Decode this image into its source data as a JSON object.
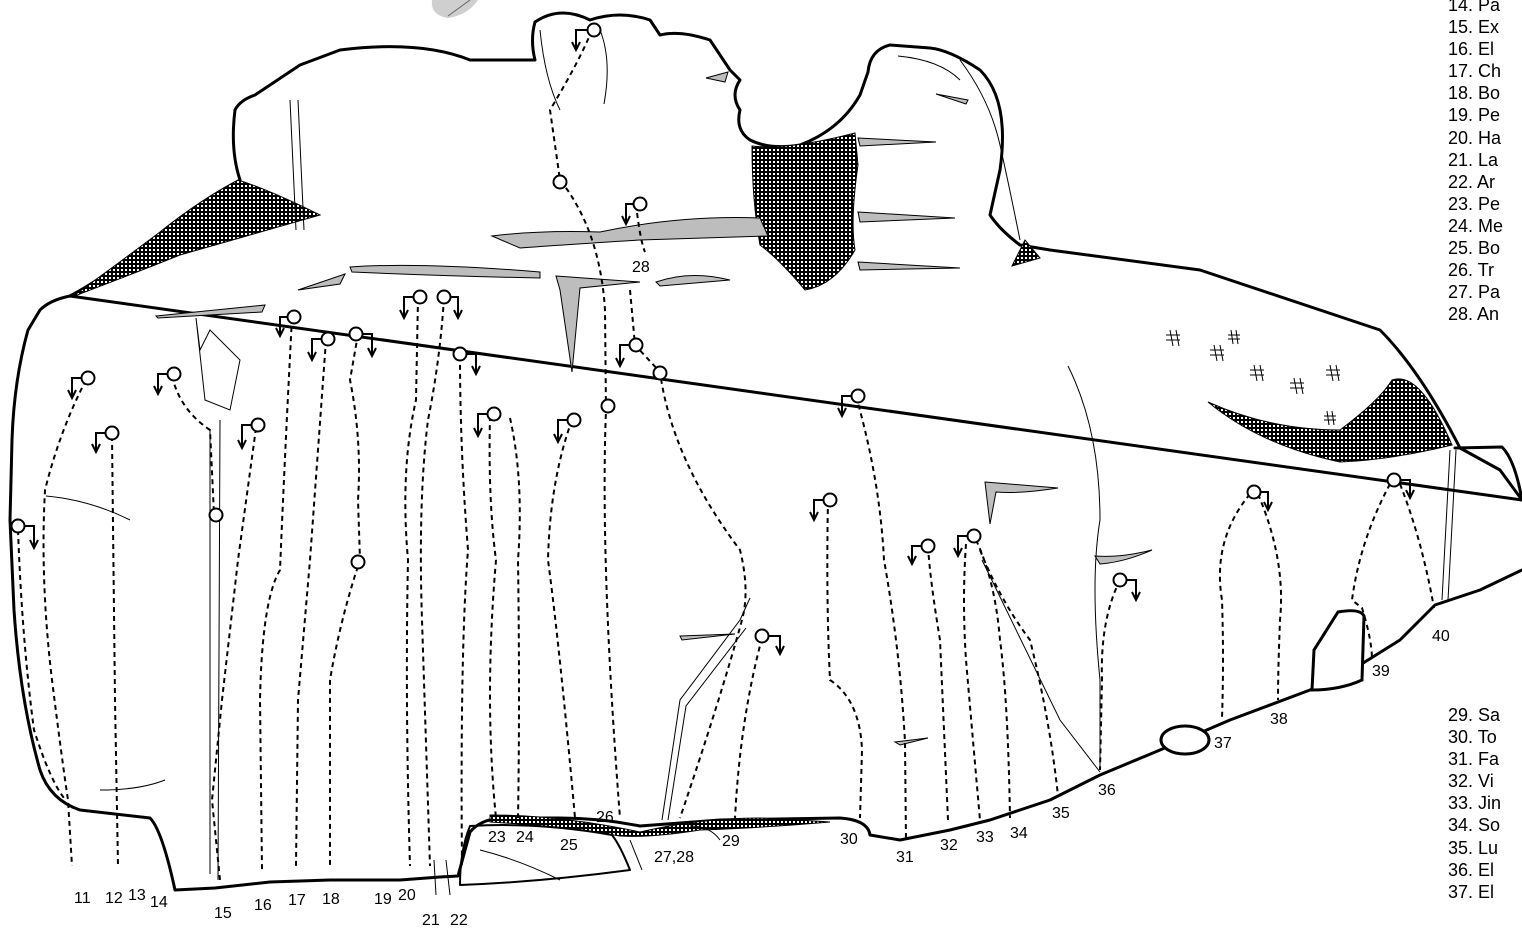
{
  "legend_top": [
    "14. Pa",
    "15. Ex",
    "16. El",
    "17. Ch",
    "18. Bo",
    "19. Pe",
    "20. Ha",
    "21. La",
    "22. Ar",
    "23. Pe",
    "24. Me",
    "25. Bo",
    "26. Tr",
    "27. Pa",
    "28. An"
  ],
  "legend_bottom": [
    "29. Sa",
    "30. To",
    "31. Fa",
    "32. Vi",
    "33. Jin",
    "34. So",
    "35. Lu",
    "36. El",
    "37. El"
  ],
  "route_numbers": [
    "11",
    "12",
    "13",
    "14",
    "15",
    "16",
    "17",
    "18",
    "19",
    "20",
    "21",
    "22",
    "23",
    "24",
    "25",
    "26",
    "27,28",
    "28",
    "29",
    "30",
    "31",
    "32",
    "33",
    "34",
    "35",
    "36",
    "37",
    "38",
    "39",
    "40"
  ]
}
